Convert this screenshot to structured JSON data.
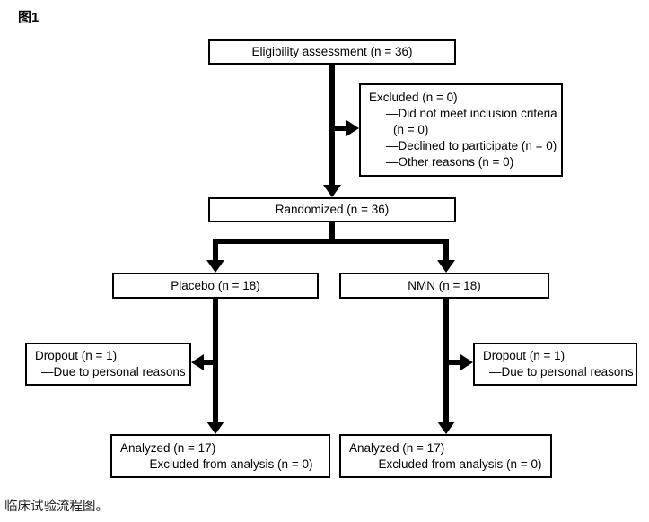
{
  "figure_label": "图1",
  "caption": "临床试验流程图。",
  "colors": {
    "background": "#ffffff",
    "line": "#000000",
    "text": "#000000"
  },
  "nodes": {
    "eligibility": {
      "text": "Eligibility assessment (n = 36)"
    },
    "excluded": {
      "lines": [
        {
          "text": "Excluded (n = 0)"
        },
        {
          "text": "—Did not meet inclusion criteria"
        },
        {
          "text": "(n = 0)"
        },
        {
          "text": "—Declined to participate (n = 0)"
        },
        {
          "text": "—Other reasons (n = 0)"
        }
      ]
    },
    "randomized": {
      "text": "Randomized (n = 36)"
    },
    "placebo": {
      "text": "Placebo (n = 18)"
    },
    "nmn": {
      "text": "NMN (n = 18)"
    },
    "dropout_placebo": {
      "lines": [
        {
          "text": "Dropout (n = 1)"
        },
        {
          "text": "—Due to personal reasons"
        }
      ]
    },
    "dropout_nmn": {
      "lines": [
        {
          "text": "Dropout (n = 1)"
        },
        {
          "text": "—Due to personal reasons"
        }
      ]
    },
    "analyzed_placebo": {
      "lines": [
        {
          "text": "Analyzed (n = 17)"
        },
        {
          "text": "—Excluded from analysis (n = 0)"
        }
      ]
    },
    "analyzed_nmn": {
      "lines": [
        {
          "text": "Analyzed (n = 17)"
        },
        {
          "text": "—Excluded from analysis (n = 0)"
        }
      ]
    }
  }
}
